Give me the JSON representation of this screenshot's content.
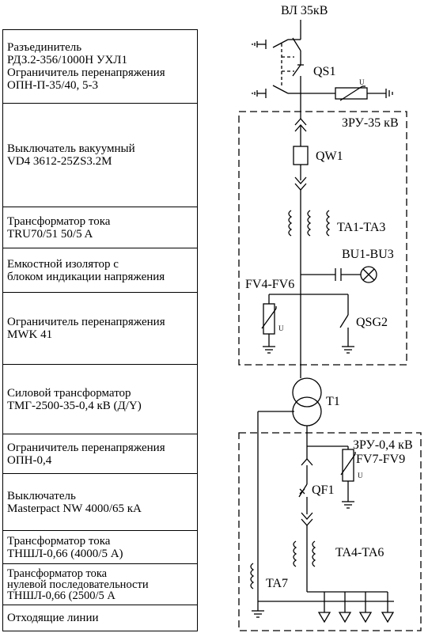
{
  "legend": {
    "rows": [
      {
        "lines": [
          "Разъединитель",
          "РДЗ.2-356/1000Н УХЛ1",
          "Ограничитель перенапряжения",
          "ОПН-П-35/40, 5-3"
        ]
      },
      {
        "lines": [
          "Выключатель вакуумный",
          "VD4 3612-25ZS3.2M"
        ]
      },
      {
        "lines": [
          "Трансформатор тока",
          "TRU70/51 50/5 A"
        ]
      },
      {
        "lines": [
          "Емкостной изолятор с",
          "блоком индикации напряжения"
        ]
      },
      {
        "lines": [
          "Ограничитель перенапряжения",
          "MWK 41"
        ]
      },
      {
        "lines": [
          "Силовой трансформатор",
          "ТМГ-2500-35-0,4 кВ (Д/Y)"
        ]
      },
      {
        "lines": [
          "Ограничитель перенапряжения",
          "ОПН-0,4"
        ]
      },
      {
        "lines": [
          "Выключатель",
          "Masterpact NW 4000/65 кА"
        ]
      },
      {
        "lines": [
          "Трансформатор тока",
          "ТНШЛ-0,66 (4000/5 А)"
        ]
      },
      {
        "lines": [
          "Трансформатор тока",
          "нулевой последовательности",
          "ТНШЛ-0,66 (2500/5 А"
        ]
      },
      {
        "lines": [
          "Отходящие линии"
        ]
      }
    ]
  },
  "diagram": {
    "vl_label": "ВЛ 35кВ",
    "qs1": "QS1",
    "u_mark": "U",
    "zru35": "ЗРУ-35 кВ",
    "qw1": "QW1",
    "ta1": "TA1-TA3",
    "bu": "BU1-BU3",
    "fv4": "FV4-FV6",
    "qsg2": "QSG2",
    "t1": "T1",
    "zru04": "ЗРУ-0,4 кВ",
    "fv7": "FV7-FV9",
    "qf1": "QF1",
    "ta4": "TA4-TA6",
    "ta7": "TA7"
  }
}
